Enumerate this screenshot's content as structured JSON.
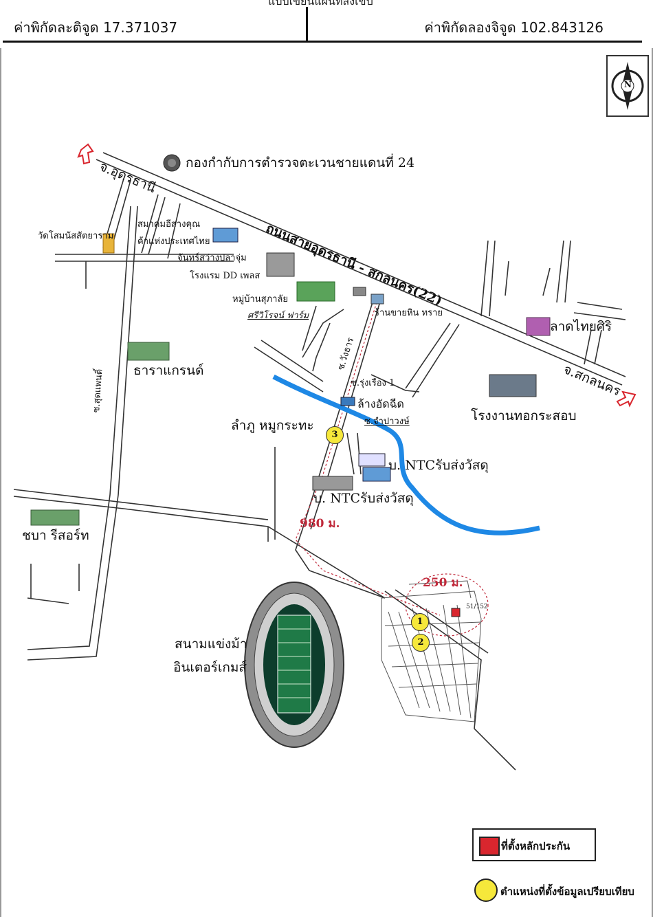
{
  "header": {
    "top_cut_text": "แบบเขียนแผนที่สังเขป",
    "latitude_label": "ค่าพิกัดละติจูด 17.371037",
    "longitude_label": "ค่าพิกัดลองจิจูด 102.843126"
  },
  "map": {
    "north_letter": "N",
    "labels": {
      "border_patrol": "กองกำกับการตำรวจตะเวนชายแดนที่ 24",
      "udon_dir": "จ.อุดรธานี",
      "sakon_dir": "จ.สกลนคร",
      "main_road": "ถนนสายอุดรธานี - สกลนคร(22)",
      "wat": "วัดโสมนัสสัตยาราม",
      "association_1": "สมาคมอีสางคุณ",
      "association_2": "ค้าแห่งประเทศไทย",
      "restaurant": "จันทร์สว่างปลาจุ่ม",
      "hotel": "โรงแรม DD เพลส",
      "village": "หมู่บ้านสุภาลัย",
      "farm": "ศรีวิโรจน์ ฟาร์ม",
      "sand_shop": "ร้านขายหิน ทราย",
      "lad_thai": "ลาดไทยศิริ",
      "tara_grand": "ธาราแกรนด์",
      "soi_left": "ซ.สุดแพนดิ์",
      "soi_wang": "ซ.วังธาร",
      "soi_rungrueang": "ซ.รุ่งเรือง 1",
      "car_wash": "ล้างอัดฉีด",
      "soi_champa": "ซ.จำปาวงษ์",
      "factory": "โรงงานทอกระสอบ",
      "lamphu": "ลำภู หมูกระทะ",
      "ntc_1": "บ. NTCรับส่งวัสดุ",
      "ntc_2": "บ. NTCรับส่งวัสดุ",
      "chaba_resort": "ชบา รีสอร์ท",
      "dist_980": "980 ม.",
      "dist_250": "250 ม.",
      "race_course_1": "สนามแข่งม้า",
      "race_course_2": "อินเตอร์เกมส์",
      "plot_no": "51/152"
    },
    "pins": {
      "p1": "1",
      "p2": "2",
      "p3": "3"
    }
  },
  "legend": {
    "collateral": "ที่ตั้งหลักประกัน",
    "comparison": "ตำแหน่งที่ตั้งข้อมูลเปรียบเทียบ"
  },
  "colors": {
    "river": "#1e88e5",
    "collateral": "#d9262e",
    "pin": "#f6e83b",
    "route": "#c0293a",
    "road": "#333333"
  }
}
